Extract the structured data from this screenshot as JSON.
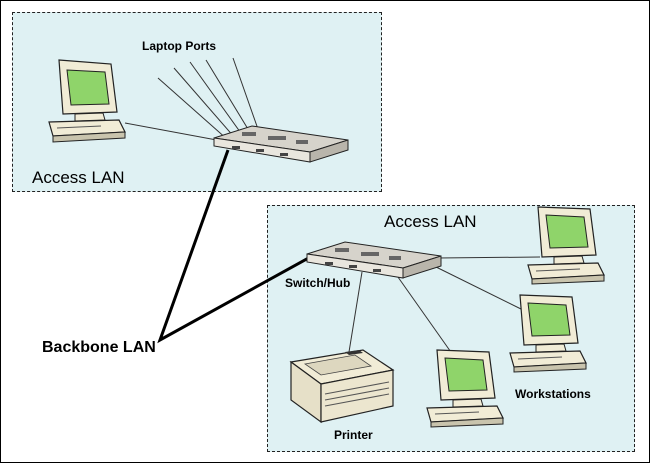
{
  "diagram": {
    "labels": {
      "access_lan_top": "Access LAN",
      "access_lan_bottom": "Access LAN",
      "laptop_ports": "Laptop Ports",
      "switch_hub": "Switch/Hub",
      "backbone_lan": "Backbone LAN",
      "workstations": "Workstations",
      "printer": "Printer"
    },
    "colors": {
      "zone_fill": "#dff1f3",
      "screen_green": "#8fd46a",
      "device_beige": "#f1ecd6"
    },
    "icons": [
      "computer-icon",
      "switch-hub-icon",
      "printer-icon"
    ]
  }
}
